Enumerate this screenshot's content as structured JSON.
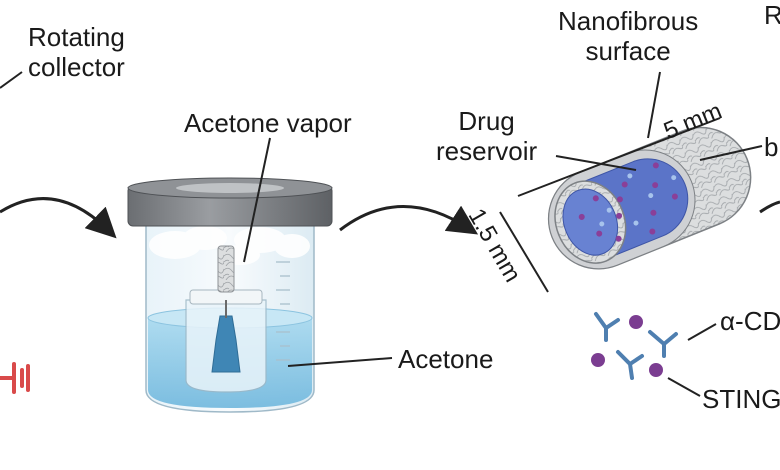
{
  "labels": {
    "rotating_collector": [
      "Rotating",
      "collector"
    ],
    "acetone_vapor": "Acetone vapor",
    "acetone": "Acetone",
    "nanofibrous_surface": [
      "Nanofibrous",
      "surface"
    ],
    "drug_reservoir": [
      "Drug",
      "reservoir"
    ],
    "length": "5 mm",
    "diameter": "1.5 mm",
    "cut_label_right": "b",
    "cut_label_top": "R",
    "antibody_label": "α-CD",
    "sting_label": "STING"
  },
  "colors": {
    "jar_lid": "#7c7f83",
    "liquid": "#8ec9e6",
    "needle": "#3f86b5",
    "antibody": "#4f7fb0",
    "sting_particle": "#7b3d91",
    "reservoir_fill": "#5b74c8",
    "fiber_surface": "#d7d9dc",
    "battery_red": "#d94a4a"
  }
}
